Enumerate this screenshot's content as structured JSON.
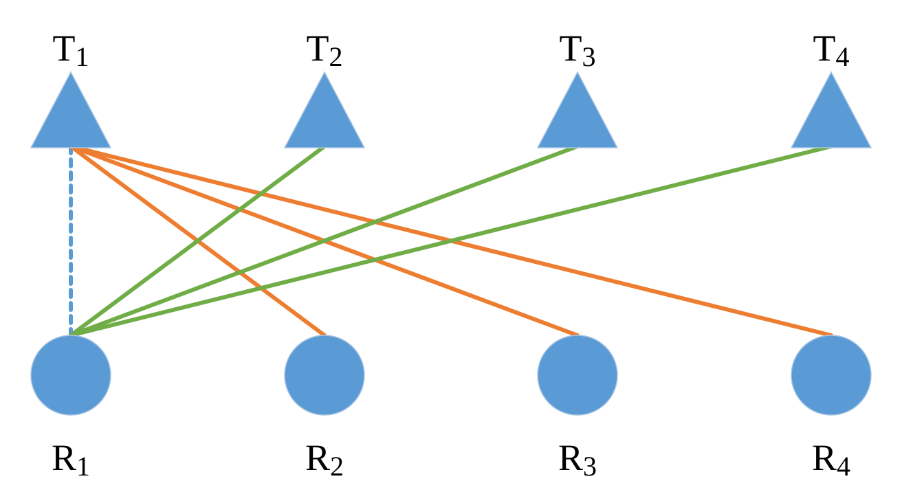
{
  "colors": {
    "node_fill": "#5B9BD5",
    "node_stroke": "#A9C4E4",
    "link_orange": "#ED7D31",
    "link_green": "#70AD47",
    "link_dashed": "#5B9BD5"
  },
  "transmitters": [
    {
      "id": "t1",
      "letter": "T",
      "index": "1"
    },
    {
      "id": "t2",
      "letter": "T",
      "index": "2"
    },
    {
      "id": "t3",
      "letter": "T",
      "index": "3"
    },
    {
      "id": "t4",
      "letter": "T",
      "index": "4"
    }
  ],
  "receivers": [
    {
      "id": "r1",
      "letter": "R",
      "index": "1"
    },
    {
      "id": "r2",
      "letter": "R",
      "index": "2"
    },
    {
      "id": "r3",
      "letter": "R",
      "index": "3"
    },
    {
      "id": "r4",
      "letter": "R",
      "index": "4"
    }
  ],
  "links": [
    {
      "from": "t1",
      "to": "r1",
      "style": "dashed",
      "color": "link_dashed"
    },
    {
      "from": "t1",
      "to": "r2",
      "style": "solid",
      "color": "link_orange"
    },
    {
      "from": "t1",
      "to": "r3",
      "style": "solid",
      "color": "link_orange"
    },
    {
      "from": "t1",
      "to": "r4",
      "style": "solid",
      "color": "link_orange"
    },
    {
      "from": "t2",
      "to": "r1",
      "style": "solid",
      "color": "link_green"
    },
    {
      "from": "t3",
      "to": "r1",
      "style": "solid",
      "color": "link_green"
    },
    {
      "from": "t4",
      "to": "r1",
      "style": "solid",
      "color": "link_green"
    }
  ]
}
